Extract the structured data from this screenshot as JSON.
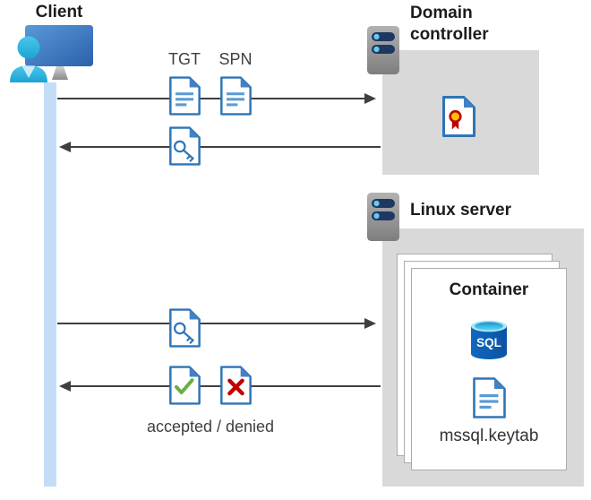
{
  "labels": {
    "client": "Client",
    "domain_controller": "Domain controller",
    "linux_server": "Linux server",
    "container": "Container",
    "tgt": "TGT",
    "spn": "SPN",
    "sql_badge": "SQL",
    "keytab_file": "mssql.keytab",
    "response_caption": "accepted / denied"
  },
  "icons": {
    "client": "user-workstation-icon",
    "domain_controller": "server-icon",
    "linux_server": "server-icon",
    "certificate": "certificate-icon",
    "tgt": "document-icon",
    "spn": "document-icon",
    "service_ticket": "key-document-icon",
    "accepted": "check-document-icon",
    "denied": "cross-document-icon",
    "database": "sql-database-icon",
    "keytab": "document-icon"
  },
  "colors": {
    "zone_bg": "#D9D9D9",
    "arrow": "#3F3F3F",
    "lifeline": "#C3DDF6",
    "doc_border": "#2E75B6",
    "doc_fold": "#4381C4",
    "doc_text_lines": "#5B9BD5",
    "accept_green": "#6CAE44",
    "deny_red": "#C00000",
    "seal_gold": "#FFC000",
    "server_pill_navy": "#1E3864",
    "server_dot_blue": "#67CBEC",
    "monitor_blue": "#3D77C0",
    "person_teal": "#2FB9E0",
    "sql_body_blue": "#0D63B5",
    "sql_top_cyan": "#53D9F0"
  }
}
